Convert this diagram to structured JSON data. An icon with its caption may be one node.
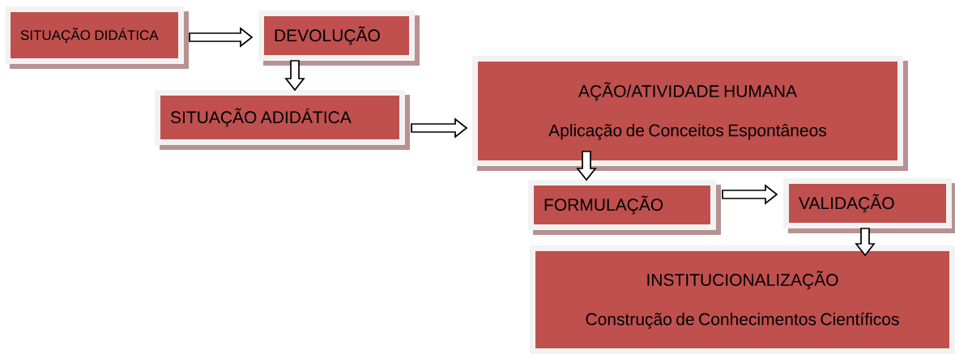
{
  "diagram": {
    "nodes": [
      {
        "text": [
          "SITUAÇÃO DIDÁTICA"
        ]
      },
      {
        "text": [
          "DEVOLUÇÃO"
        ]
      },
      {
        "text": [
          "SITUAÇÃO ADIDÁTICA"
        ]
      },
      {
        "text": [
          "AÇÃO/ATIVIDADE HUMANA",
          "Aplicação de Conceitos Espontâneos"
        ]
      },
      {
        "text": [
          "FORMULAÇÃO"
        ]
      },
      {
        "text": [
          "VALIDAÇÃO"
        ]
      },
      {
        "text": [
          "INSTITUCIONALIZAÇÃO",
          "Construção de Conhecimentos Científicos"
        ]
      }
    ],
    "edges": [
      {
        "from": 0,
        "to": 1,
        "arrow": "to"
      },
      {
        "from": 1,
        "to": 2,
        "arrow": "to"
      },
      {
        "from": 2,
        "to": 3,
        "arrow": "to"
      },
      {
        "from": 3,
        "to": 4,
        "arrow": "to"
      },
      {
        "from": 4,
        "to": 5,
        "arrow": "to"
      },
      {
        "from": 5,
        "to": 6,
        "arrow": "to"
      }
    ]
  }
}
